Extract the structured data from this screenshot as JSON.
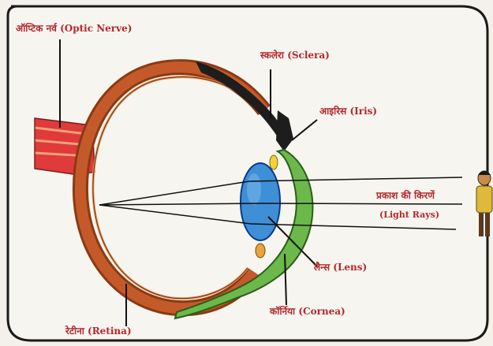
{
  "labels": {
    "optic_nerve": "ऑप्टिक नर्व (Optic Nerve)",
    "sclera": "स्कलेरा (Sclera)",
    "iris": "आइरिस (Iris)",
    "light_rays_hindi": "प्रकाश की किरणें",
    "light_rays_english": "(Light Rays)",
    "lens": "लैन्स (Lens)",
    "cornea": "कॉर्निया (Cornea)",
    "retina": "रेटीना (Retina)"
  },
  "colors": {
    "label_text": "#b3282d",
    "background": "#f4f1ea",
    "frame_border": "#1a1a1a",
    "eyeball_wall": "#c45a2a",
    "lens_fill": "#3f8fd6",
    "cornea_fill": "#6cb84a",
    "optic_nerve": "#e03a3a",
    "pointer_lines": "#111111"
  },
  "icons": {
    "observer": "person-figure-icon"
  }
}
